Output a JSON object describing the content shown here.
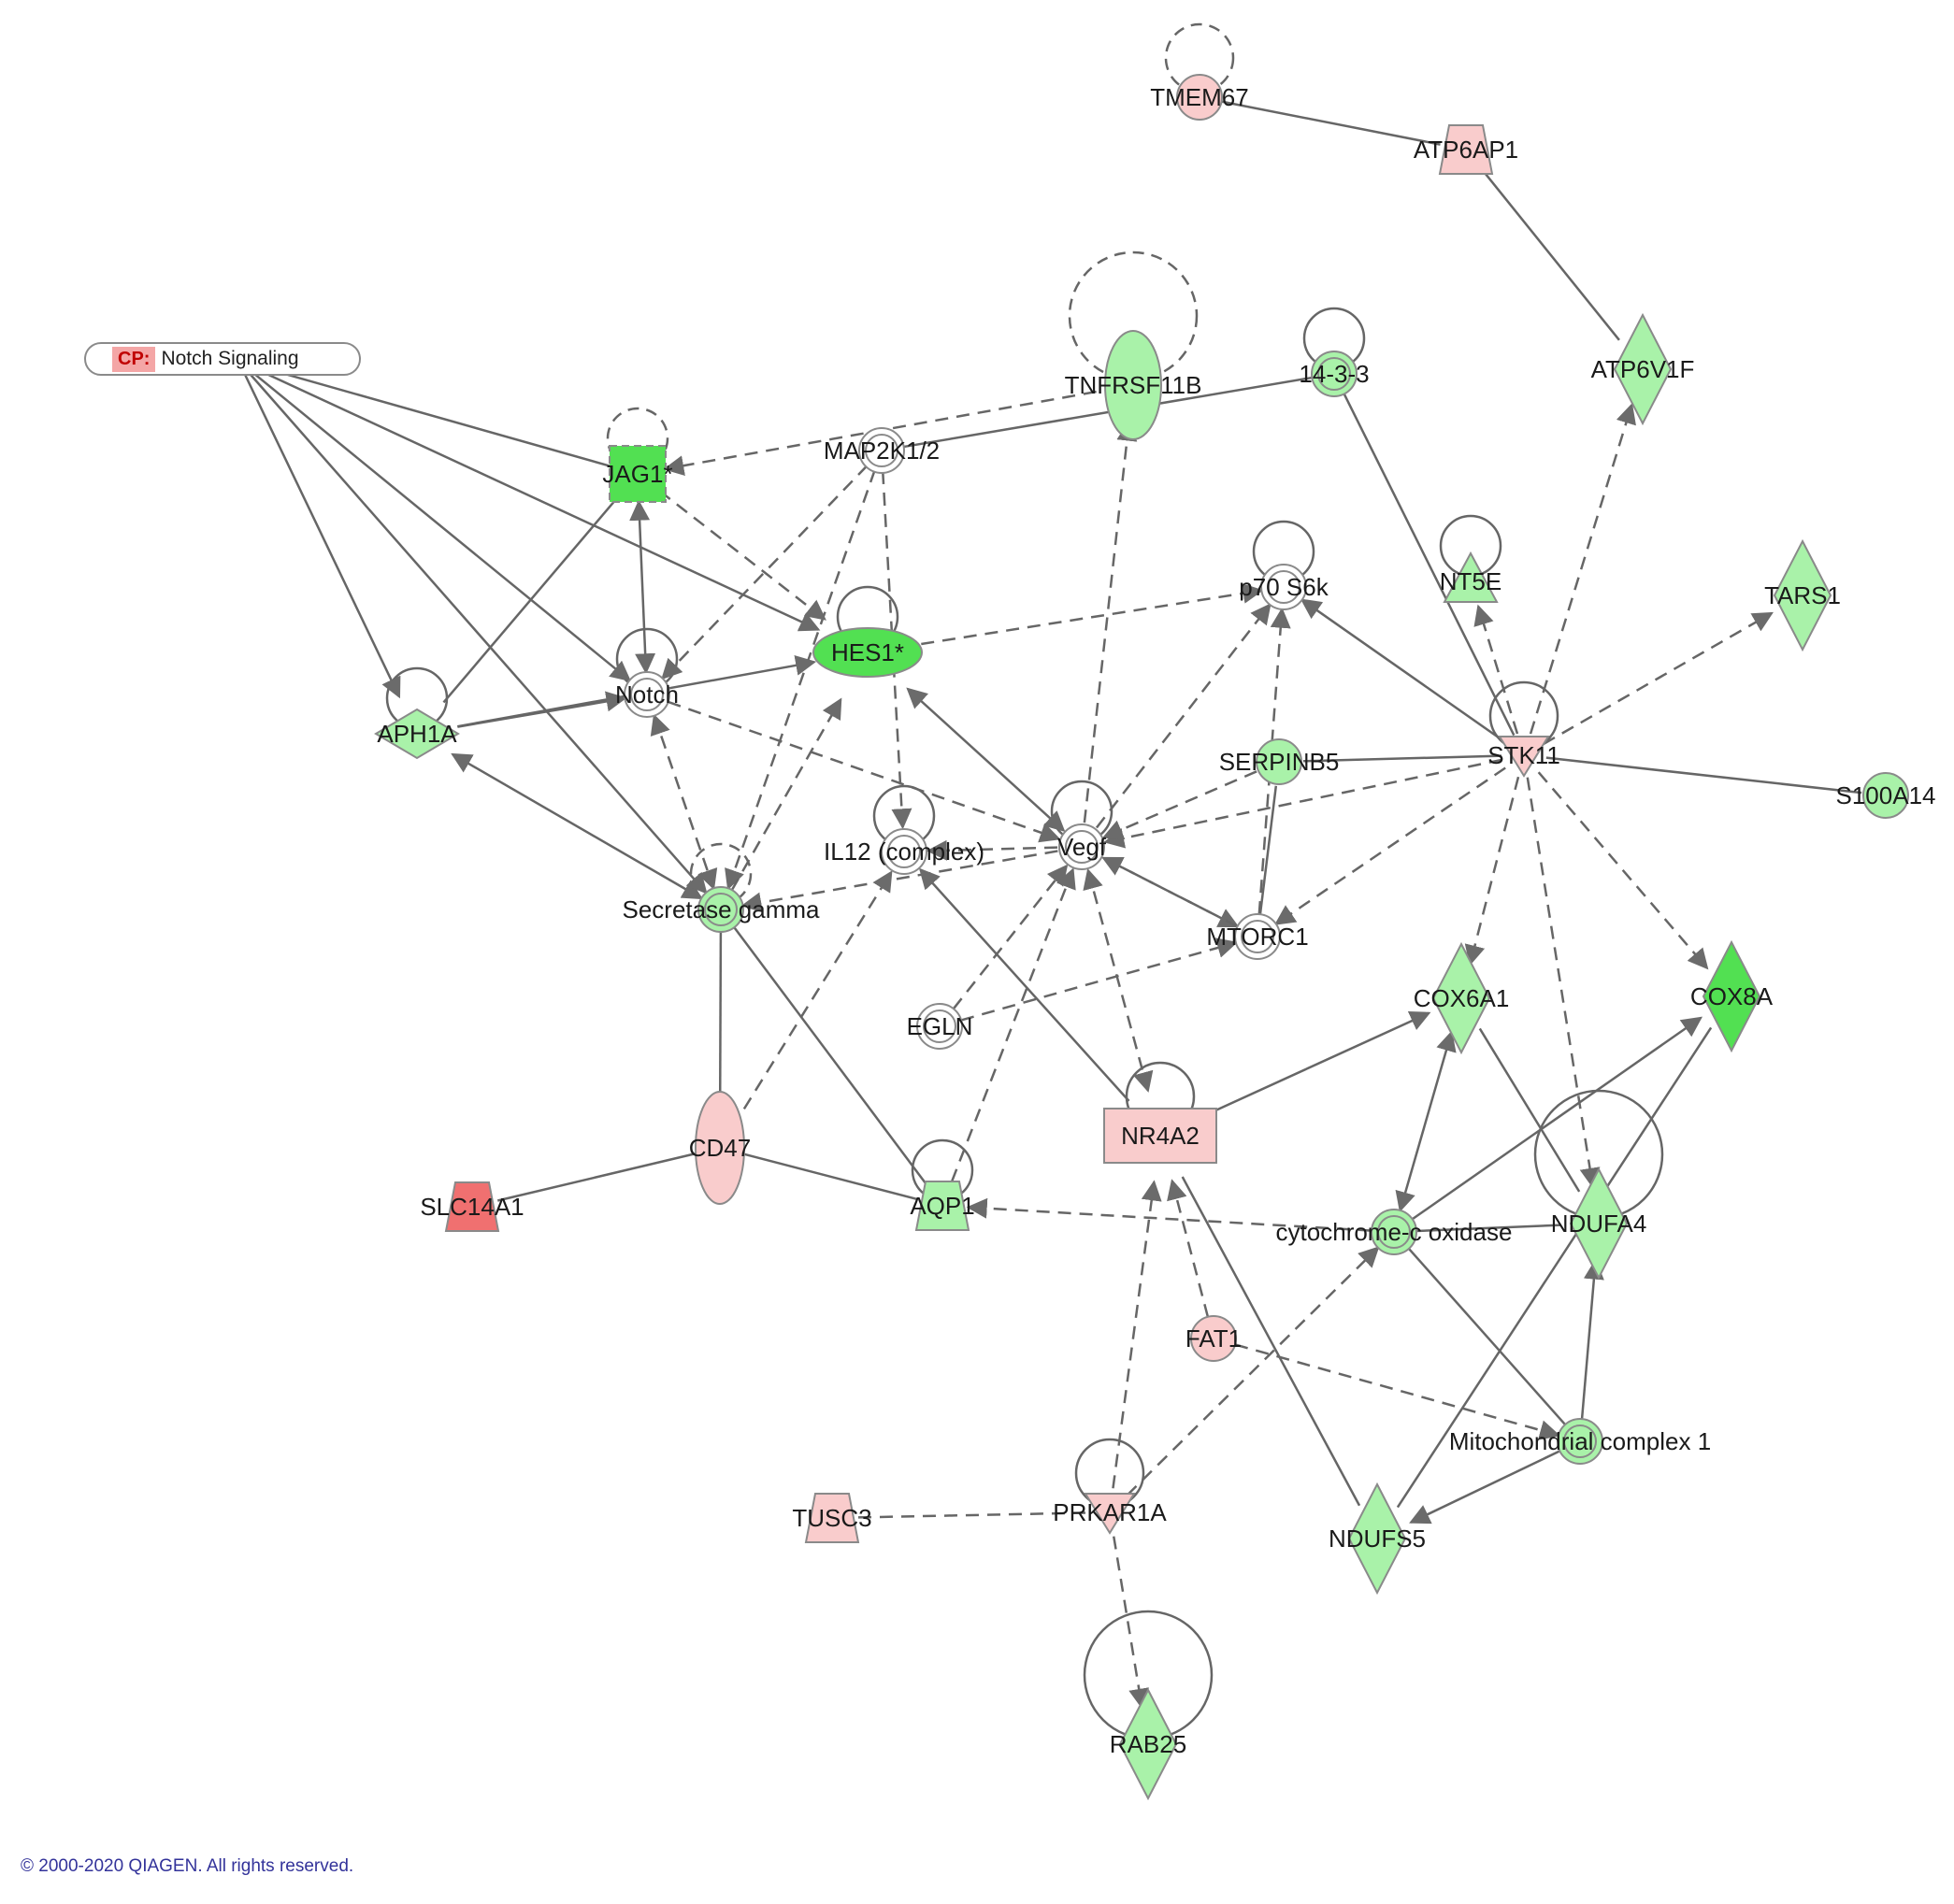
{
  "canonical_pathway": {
    "tag": "CP:",
    "name": "Notch Signaling"
  },
  "copyright": "© 2000-2020 QIAGEN. All rights reserved.",
  "colors": {
    "up_light": "#f9cccc",
    "up_strong": "#f07070",
    "down_light": "#a9f2a9",
    "down_strong": "#52e052",
    "neutral": "#ffffff",
    "edge": "#666666"
  },
  "nodes": [
    {
      "id": "TMEM67",
      "label": "TMEM67",
      "shape": "circle",
      "regulation": "up"
    },
    {
      "id": "ATP6AP1",
      "label": "ATP6AP1",
      "shape": "trapezoid",
      "regulation": "up"
    },
    {
      "id": "ATP6V1F",
      "label": "ATP6V1F",
      "shape": "diamond",
      "regulation": "down"
    },
    {
      "id": "TNFRSF11B",
      "label": "TNFRSF11B",
      "shape": "ellipse",
      "regulation": "down"
    },
    {
      "id": "14-3-3",
      "label": "14-3-3",
      "shape": "complex",
      "regulation": "down"
    },
    {
      "id": "JAG1",
      "label": "JAG1*",
      "shape": "square",
      "regulation": "down-strong"
    },
    {
      "id": "MAP2K1/2",
      "label": "MAP2K1/2",
      "shape": "complex",
      "regulation": "none"
    },
    {
      "id": "HES1",
      "label": "HES1*",
      "shape": "ellipse",
      "regulation": "down-strong"
    },
    {
      "id": "p70S6k",
      "label": "p70 S6k",
      "shape": "complex",
      "regulation": "none"
    },
    {
      "id": "NT5E",
      "label": "NT5E",
      "shape": "triangle",
      "regulation": "down"
    },
    {
      "id": "TARS1",
      "label": "TARS1",
      "shape": "diamond",
      "regulation": "down"
    },
    {
      "id": "Notch",
      "label": "Notch",
      "shape": "complex",
      "regulation": "none"
    },
    {
      "id": "APH1A",
      "label": "APH1A",
      "shape": "diamond",
      "regulation": "down"
    },
    {
      "id": "STK11",
      "label": "STK11",
      "shape": "invtriangle",
      "regulation": "up"
    },
    {
      "id": "SERPINB5",
      "label": "SERPINB5",
      "shape": "circle",
      "regulation": "down"
    },
    {
      "id": "S100A14",
      "label": "S100A14",
      "shape": "circle",
      "regulation": "down"
    },
    {
      "id": "IL12",
      "label": "IL12 (complex)",
      "shape": "complex",
      "regulation": "none"
    },
    {
      "id": "Vegf",
      "label": "Vegf",
      "shape": "complex",
      "regulation": "none"
    },
    {
      "id": "Secretase",
      "label": "Secretase gamma",
      "shape": "complex",
      "regulation": "down"
    },
    {
      "id": "MTORC1",
      "label": "MTORC1",
      "shape": "complex",
      "regulation": "none"
    },
    {
      "id": "COX6A1",
      "label": "COX6A1",
      "shape": "diamond",
      "regulation": "down"
    },
    {
      "id": "COX8A",
      "label": "COX8A",
      "shape": "diamond",
      "regulation": "down-strong"
    },
    {
      "id": "EGLN",
      "label": "EGLN",
      "shape": "complex",
      "regulation": "none"
    },
    {
      "id": "NR4A2",
      "label": "NR4A2",
      "shape": "rect",
      "regulation": "up"
    },
    {
      "id": "CD47",
      "label": "CD47",
      "shape": "ellipse",
      "regulation": "up"
    },
    {
      "id": "SLC14A1",
      "label": "SLC14A1",
      "shape": "trapezoid",
      "regulation": "up-strong"
    },
    {
      "id": "AQP1",
      "label": "AQP1",
      "shape": "trapezoid",
      "regulation": "down"
    },
    {
      "id": "COX",
      "label": "cytochrome-c oxidase",
      "shape": "complex",
      "regulation": "down"
    },
    {
      "id": "NDUFA4",
      "label": "NDUFA4",
      "shape": "diamond",
      "regulation": "down"
    },
    {
      "id": "FAT1",
      "label": "FAT1",
      "shape": "circle",
      "regulation": "up"
    },
    {
      "id": "MitoC1",
      "label": "Mitochondrial complex 1",
      "shape": "complex",
      "regulation": "down"
    },
    {
      "id": "TUSC3",
      "label": "TUSC3",
      "shape": "trapezoid",
      "regulation": "up"
    },
    {
      "id": "PRKAR1A",
      "label": "PRKAR1A",
      "shape": "invtriangle",
      "regulation": "up"
    },
    {
      "id": "NDUFS5",
      "label": "NDUFS5",
      "shape": "diamond",
      "regulation": "down"
    },
    {
      "id": "RAB25",
      "label": "RAB25",
      "shape": "diamond",
      "regulation": "down"
    }
  ],
  "edges": [
    {
      "from": "TMEM67",
      "to": "ATP6AP1",
      "style": "solid",
      "arrow": "none"
    },
    {
      "from": "ATP6AP1",
      "to": "ATP6V1F",
      "style": "solid",
      "arrow": "none"
    },
    {
      "from": "STK11",
      "to": "ATP6V1F",
      "style": "dashed",
      "arrow": "end"
    },
    {
      "from": "STK11",
      "to": "TARS1",
      "style": "dashed",
      "arrow": "end"
    },
    {
      "from": "STK11",
      "to": "S100A14",
      "style": "solid",
      "arrow": "none"
    },
    {
      "from": "STK11",
      "to": "NT5E",
      "style": "dashed",
      "arrow": "end"
    },
    {
      "from": "STK11",
      "to": "p70S6k",
      "style": "solid",
      "arrow": "end"
    },
    {
      "from": "STK11",
      "to": "SERPINB5",
      "style": "solid",
      "arrow": "none"
    },
    {
      "from": "STK11",
      "to": "Vegf",
      "style": "dashed",
      "arrow": "end"
    },
    {
      "from": "STK11",
      "to": "MTORC1",
      "style": "dashed",
      "arrow": "end"
    },
    {
      "from": "STK11",
      "to": "COX6A1",
      "style": "dashed",
      "arrow": "end"
    },
    {
      "from": "STK11",
      "to": "COX8A",
      "style": "dashed",
      "arrow": "end"
    },
    {
      "from": "STK11",
      "to": "NDUFA4",
      "style": "dashed",
      "arrow": "end"
    },
    {
      "from": "14-3-3",
      "to": "STK11",
      "style": "solid",
      "arrow": "none"
    },
    {
      "from": "14-3-3",
      "to": "MAP2K1/2",
      "style": "solid",
      "arrow": "none"
    },
    {
      "from": "TNFRSF11B",
      "to": "JAG1",
      "style": "dashed",
      "arrow": "end"
    },
    {
      "from": "MAP2K1/2",
      "to": "Notch",
      "style": "dashed",
      "arrow": "end"
    },
    {
      "from": "MAP2K1/2",
      "to": "IL12",
      "style": "dashed",
      "arrow": "end"
    },
    {
      "from": "MAP2K1/2",
      "to": "Secretase",
      "style": "dashed",
      "arrow": "end"
    },
    {
      "from": "JAG1",
      "to": "HES1",
      "style": "dashed",
      "arrow": "end"
    },
    {
      "from": "JAG1",
      "to": "Notch",
      "style": "solid",
      "arrow": "both"
    },
    {
      "from": "APH1A",
      "to": "JAG1",
      "style": "solid",
      "arrow": "none"
    },
    {
      "from": "APH1A",
      "to": "HES1",
      "style": "solid",
      "arrow": "end"
    },
    {
      "from": "APH1A",
      "to": "Notch",
      "style": "solid",
      "arrow": "end"
    },
    {
      "from": "APH1A",
      "to": "Secretase",
      "style": "solid",
      "arrow": "both"
    },
    {
      "from": "Notch",
      "to": "Secretase",
      "style": "dashed",
      "arrow": "both"
    },
    {
      "from": "Notch",
      "to": "Vegf",
      "style": "dashed",
      "arrow": "end"
    },
    {
      "from": "HES1",
      "to": "p70S6k",
      "style": "dashed",
      "arrow": "end"
    },
    {
      "from": "HES1",
      "to": "Vegf",
      "style": "solid",
      "arrow": "both"
    },
    {
      "from": "Secretase",
      "to": "HES1",
      "style": "dashed",
      "arrow": "end"
    },
    {
      "from": "Secretase",
      "to": "CD47",
      "style": "solid",
      "arrow": "none"
    },
    {
      "from": "Secretase",
      "to": "AQP1",
      "style": "solid",
      "arrow": "none"
    },
    {
      "from": "Vegf",
      "to": "TNFRSF11B",
      "style": "dashed",
      "arrow": "end"
    },
    {
      "from": "Vegf",
      "to": "Secretase",
      "style": "dashed",
      "arrow": "end"
    },
    {
      "from": "Vegf",
      "to": "IL12",
      "style": "dashed",
      "arrow": "end"
    },
    {
      "from": "Vegf",
      "to": "p70S6k",
      "style": "dashed",
      "arrow": "end"
    },
    {
      "from": "Vegf",
      "to": "MTORC1",
      "style": "dashed",
      "arrow": "end"
    },
    {
      "from": "SERPINB5",
      "to": "Vegf",
      "style": "dashed",
      "arrow": "end"
    },
    {
      "from": "SERPINB5",
      "to": "MTORC1",
      "style": "solid",
      "arrow": "none"
    },
    {
      "from": "MTORC1",
      "to": "p70S6k",
      "style": "dashed",
      "arrow": "end"
    },
    {
      "from": "MTORC1",
      "to": "Vegf",
      "style": "dashed",
      "arrow": "end"
    },
    {
      "from": "EGLN",
      "to": "Vegf",
      "style": "dashed",
      "arrow": "end"
    },
    {
      "from": "EGLN",
      "to": "MTORC1",
      "style": "dashed",
      "arrow": "end"
    },
    {
      "from": "NR4A2",
      "to": "IL12",
      "style": "solid",
      "arrow": "end"
    },
    {
      "from": "NR4A2",
      "to": "Vegf",
      "style": "dashed",
      "arrow": "both"
    },
    {
      "from": "NR4A2",
      "to": "COX6A1",
      "style": "solid",
      "arrow": "end"
    },
    {
      "from": "NR4A2",
      "to": "NDUFS5",
      "style": "solid",
      "arrow": "none"
    },
    {
      "from": "CD47",
      "to": "IL12",
      "style": "dashed",
      "arrow": "end"
    },
    {
      "from": "CD47",
      "to": "AQP1",
      "style": "solid",
      "arrow": "none"
    },
    {
      "from": "SLC14A1",
      "to": "CD47",
      "style": "solid",
      "arrow": "none"
    },
    {
      "from": "AQP1",
      "to": "Vegf",
      "style": "dashed",
      "arrow": "end"
    },
    {
      "from": "COX",
      "to": "AQP1",
      "style": "dashed",
      "arrow": "end"
    },
    {
      "from": "COX",
      "to": "COX6A1",
      "style": "solid",
      "arrow": "both"
    },
    {
      "from": "COX",
      "to": "COX8A",
      "style": "solid",
      "arrow": "end"
    },
    {
      "from": "COX",
      "to": "NDUFA4",
      "style": "solid",
      "arrow": "none"
    },
    {
      "from": "COX",
      "to": "MitoC1",
      "style": "solid",
      "arrow": "none"
    },
    {
      "from": "COX6A1",
      "to": "NDUFA4",
      "style": "solid",
      "arrow": "none"
    },
    {
      "from": "FAT1",
      "to": "NR4A2",
      "style": "dashed",
      "arrow": "end"
    },
    {
      "from": "FAT1",
      "to": "MitoC1",
      "style": "dashed",
      "arrow": "end"
    },
    {
      "from": "MitoC1",
      "to": "NDUFA4",
      "style": "solid",
      "arrow": "end"
    },
    {
      "from": "MitoC1",
      "to": "NDUFS5",
      "style": "solid",
      "arrow": "end"
    },
    {
      "from": "NDUFS5",
      "to": "COX8A",
      "style": "solid",
      "arrow": "none"
    },
    {
      "from": "PRKAR1A",
      "to": "NR4A2",
      "style": "dashed",
      "arrow": "end"
    },
    {
      "from": "PRKAR1A",
      "to": "COX",
      "style": "dashed",
      "arrow": "end"
    },
    {
      "from": "PRKAR1A",
      "to": "RAB25",
      "style": "dashed",
      "arrow": "end"
    },
    {
      "from": "TUSC3",
      "to": "PRKAR1A",
      "style": "dashed",
      "arrow": "none"
    },
    {
      "from": "CP",
      "to": "JAG1",
      "style": "solid",
      "arrow": "none"
    },
    {
      "from": "CP",
      "to": "HES1",
      "style": "solid",
      "arrow": "end"
    },
    {
      "from": "CP",
      "to": "Notch",
      "style": "solid",
      "arrow": "end"
    },
    {
      "from": "CP",
      "to": "APH1A",
      "style": "solid",
      "arrow": "end"
    },
    {
      "from": "CP",
      "to": "Secretase",
      "style": "solid",
      "arrow": "end"
    }
  ],
  "self_loops": [
    {
      "node": "TMEM67",
      "style": "dashed"
    },
    {
      "node": "TNFRSF11B",
      "style": "dashed"
    },
    {
      "node": "14-3-3",
      "style": "solid"
    },
    {
      "node": "JAG1",
      "style": "dashed"
    },
    {
      "node": "HES1",
      "style": "solid"
    },
    {
      "node": "p70S6k",
      "style": "solid"
    },
    {
      "node": "NT5E",
      "style": "solid"
    },
    {
      "node": "Notch",
      "style": "solid"
    },
    {
      "node": "APH1A",
      "style": "solid"
    },
    {
      "node": "STK11",
      "style": "solid"
    },
    {
      "node": "IL12",
      "style": "solid"
    },
    {
      "node": "Vegf",
      "style": "solid"
    },
    {
      "node": "Secretase",
      "style": "dashed"
    },
    {
      "node": "AQP1",
      "style": "solid"
    },
    {
      "node": "NR4A2",
      "style": "solid"
    },
    {
      "node": "NDUFA4",
      "style": "solid"
    },
    {
      "node": "PRKAR1A",
      "style": "solid"
    },
    {
      "node": "RAB25",
      "style": "solid"
    }
  ]
}
